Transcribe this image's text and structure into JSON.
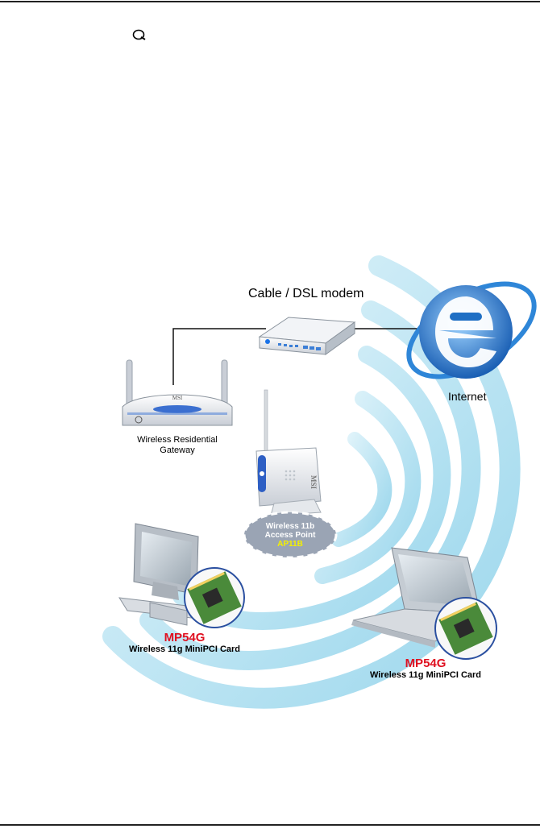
{
  "diagram": {
    "modem_label": "Cable / DSL modem",
    "internet_label": "Internet",
    "gateway_label_line1": "Wireless Residential",
    "gateway_label_line2": "Gateway",
    "ap_line1": "Wireless 11b",
    "ap_line2": "Access Point",
    "ap_model": "AP11B",
    "card1_name": "MP54G",
    "card1_desc": "Wireless 11g MiniPCI Card",
    "card2_name": "MP54G",
    "card2_desc": "Wireless 11g MiniPCI Card",
    "gateway_logo": "MSI",
    "ap_logo": "MSI"
  },
  "colors": {
    "arc_blue": "#a9dcef",
    "internet_blue": "#1f6fc4",
    "card_red": "#e01020",
    "ap_yellow": "#f4f000"
  },
  "icons": [
    "bullet-icon",
    "internet-icon",
    "modem-icon",
    "gateway-icon",
    "access-point-icon",
    "desktop-computer-icon",
    "laptop-icon",
    "minipci-card-icon"
  ]
}
